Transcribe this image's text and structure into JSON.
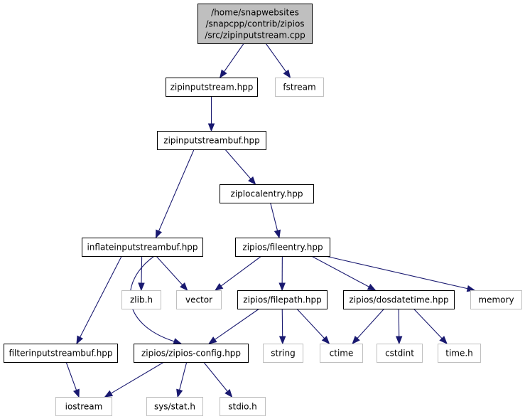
{
  "nodes": [
    {
      "id": "main",
      "kind": "main",
      "lines": [
        "/home/snapwebsites",
        "/snapcpp/contrib/zipios",
        "/src/zipinputstream.cpp"
      ]
    },
    {
      "id": "zipinputstream_hpp",
      "kind": "internal",
      "lines": [
        "zipinputstream.hpp"
      ]
    },
    {
      "id": "fstream",
      "kind": "external",
      "lines": [
        "fstream"
      ]
    },
    {
      "id": "zipinputstreambuf_hpp",
      "kind": "internal",
      "lines": [
        "zipinputstreambuf.hpp"
      ]
    },
    {
      "id": "ziplocalentry_hpp",
      "kind": "internal",
      "lines": [
        "ziplocalentry.hpp"
      ]
    },
    {
      "id": "inflateinputstreambuf_hpp",
      "kind": "internal",
      "lines": [
        "inflateinputstreambuf.hpp"
      ]
    },
    {
      "id": "fileentry_hpp",
      "kind": "internal",
      "lines": [
        "zipios/fileentry.hpp"
      ]
    },
    {
      "id": "zlib_h",
      "kind": "external",
      "lines": [
        "zlib.h"
      ]
    },
    {
      "id": "vector",
      "kind": "external",
      "lines": [
        "vector"
      ]
    },
    {
      "id": "filepath_hpp",
      "kind": "internal",
      "lines": [
        "zipios/filepath.hpp"
      ]
    },
    {
      "id": "dosdatetime_hpp",
      "kind": "internal",
      "lines": [
        "zipios/dosdatetime.hpp"
      ]
    },
    {
      "id": "memory",
      "kind": "external",
      "lines": [
        "memory"
      ]
    },
    {
      "id": "filterinputstreambuf_hpp",
      "kind": "internal",
      "lines": [
        "filterinputstreambuf.hpp"
      ]
    },
    {
      "id": "zipios_config_hpp",
      "kind": "internal",
      "lines": [
        "zipios/zipios-config.hpp"
      ]
    },
    {
      "id": "string",
      "kind": "external",
      "lines": [
        "string"
      ]
    },
    {
      "id": "ctime",
      "kind": "external",
      "lines": [
        "ctime"
      ]
    },
    {
      "id": "cstdint",
      "kind": "external",
      "lines": [
        "cstdint"
      ]
    },
    {
      "id": "time_h",
      "kind": "external",
      "lines": [
        "time.h"
      ]
    },
    {
      "id": "iostream",
      "kind": "external",
      "lines": [
        "iostream"
      ]
    },
    {
      "id": "sys_stat_h",
      "kind": "external",
      "lines": [
        "sys/stat.h"
      ]
    },
    {
      "id": "stdio_h",
      "kind": "external",
      "lines": [
        "stdio.h"
      ]
    }
  ],
  "edges": [
    {
      "from": "main",
      "to": "zipinputstream_hpp"
    },
    {
      "from": "main",
      "to": "fstream"
    },
    {
      "from": "zipinputstream_hpp",
      "to": "zipinputstreambuf_hpp"
    },
    {
      "from": "zipinputstreambuf_hpp",
      "to": "inflateinputstreambuf_hpp"
    },
    {
      "from": "zipinputstreambuf_hpp",
      "to": "ziplocalentry_hpp"
    },
    {
      "from": "ziplocalentry_hpp",
      "to": "fileentry_hpp"
    },
    {
      "from": "inflateinputstreambuf_hpp",
      "to": "filterinputstreambuf_hpp"
    },
    {
      "from": "inflateinputstreambuf_hpp",
      "to": "zipios_config_hpp"
    },
    {
      "from": "inflateinputstreambuf_hpp",
      "to": "zlib_h"
    },
    {
      "from": "inflateinputstreambuf_hpp",
      "to": "vector"
    },
    {
      "from": "fileentry_hpp",
      "to": "vector"
    },
    {
      "from": "fileentry_hpp",
      "to": "filepath_hpp"
    },
    {
      "from": "fileentry_hpp",
      "to": "dosdatetime_hpp"
    },
    {
      "from": "fileentry_hpp",
      "to": "memory"
    },
    {
      "from": "filterinputstreambuf_hpp",
      "to": "iostream"
    },
    {
      "from": "filepath_hpp",
      "to": "zipios_config_hpp"
    },
    {
      "from": "filepath_hpp",
      "to": "string"
    },
    {
      "from": "filepath_hpp",
      "to": "ctime"
    },
    {
      "from": "dosdatetime_hpp",
      "to": "ctime"
    },
    {
      "from": "dosdatetime_hpp",
      "to": "cstdint"
    },
    {
      "from": "dosdatetime_hpp",
      "to": "time_h"
    },
    {
      "from": "zipios_config_hpp",
      "to": "iostream"
    },
    {
      "from": "zipios_config_hpp",
      "to": "sys_stat_h"
    },
    {
      "from": "zipios_config_hpp",
      "to": "stdio_h"
    }
  ]
}
